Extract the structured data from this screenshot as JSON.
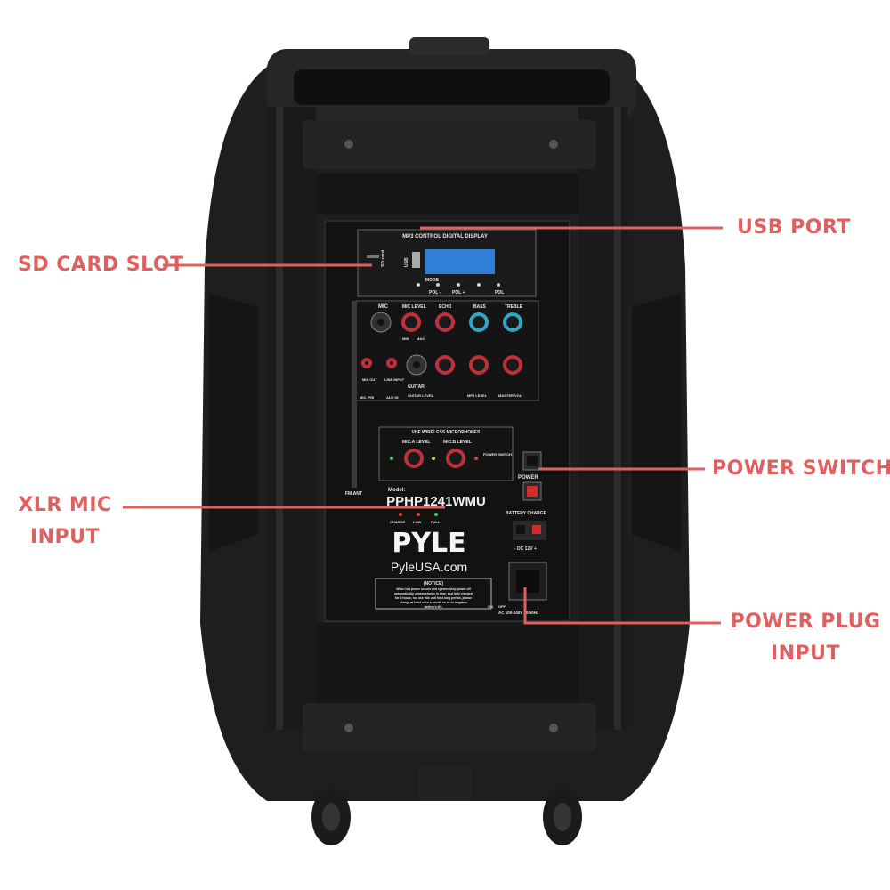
{
  "colors": {
    "callout": "#e06060",
    "background": "#ffffff",
    "speaker_body": "#1e1e1e",
    "panel": "#151515",
    "display": "#2f7fd8"
  },
  "callouts": {
    "usb_port": "USB PORT",
    "sd_card_slot": "SD CARD SLOT",
    "power_switch": "POWER SWITCH",
    "xlr_mic_input_line1": "XLR MIC",
    "xlr_mic_input_line2": "INPUT",
    "power_plug_input_line1": "POWER PLUG",
    "power_plug_input_line2": "INPUT"
  },
  "panel": {
    "display_title": "MP3 CONTROL DIGITAL DISPLAY",
    "sd_card": "SD card",
    "usb": "USB",
    "mode": "MODE",
    "pol_minus": "POL -",
    "pol_plus": "POL +",
    "pol": "POL",
    "mic": "MIC",
    "mic_level": "MIC LEVEL",
    "echo": "ECHO",
    "bass": "BASS",
    "treble": "TREBLE",
    "min": "MIN",
    "max": "MAX",
    "guitar": "GUITAR",
    "guitar_level": "GUITAR LEVEL",
    "mp3_level": "MP3 LEVEL",
    "master_vol": "MASTER VOL",
    "mix_out": "MIX OUT",
    "line_input": "LINE INPUT",
    "aux_in": "AUX IN",
    "mic_pri": "MIC. PRI",
    "vhf": "VHF WIRELESS MICROPHONES",
    "mic_a_level": "MIC.A LEVEL",
    "mic_b_level": "MIC.B LEVEL",
    "power_switch_label": "POWER SWITCH",
    "power": "POWER",
    "fm_ant": "FM.ANT",
    "model_label": "Model:",
    "model": "PPHP1241WMU",
    "charge": "CHARGE",
    "low": "LOW",
    "full": "FULL",
    "brand": "PYLE",
    "website": "PyleUSA.com",
    "notice_title": "(NOTICE)",
    "notice_line1": "When low power occurs and system beep power off",
    "notice_line2": "automatically, please charge in time, and fully charged",
    "notice_line3": "for 8 hours; not use this unit for a long period, please",
    "notice_line4": "charge at least once a month so as to lengthen",
    "notice_line5": "battery's life.",
    "on": "ON",
    "off": "OFF",
    "battery_charge": "BATTERY CHARGE",
    "dc": "- DC 12V +",
    "ac": "AC 100-240V 50/60Hz"
  }
}
